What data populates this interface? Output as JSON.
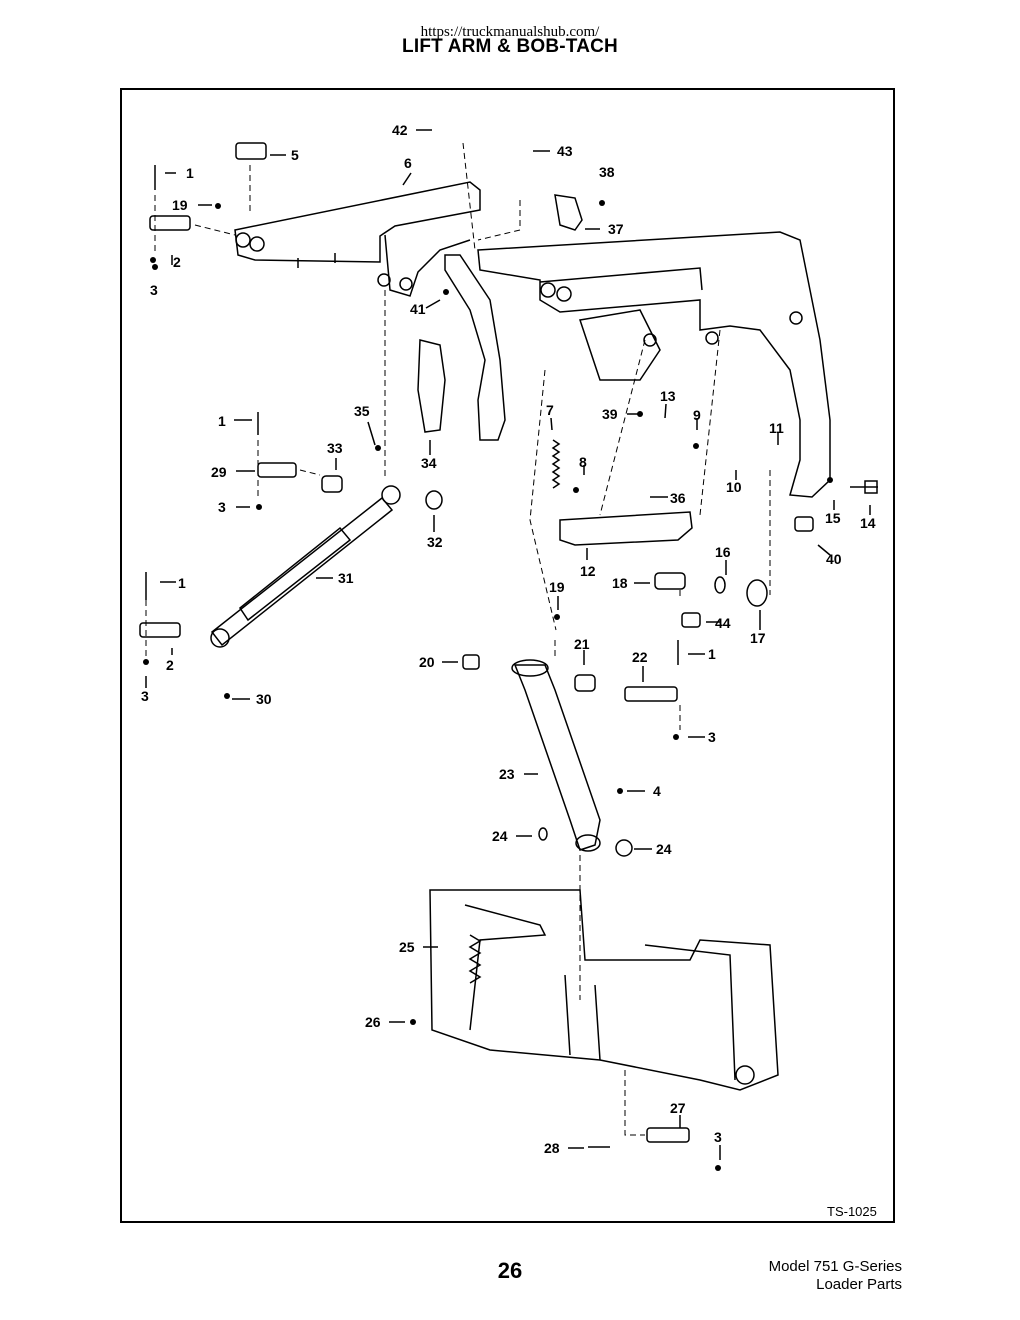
{
  "header": {
    "url": "https://truckmanualshub.com/",
    "title": "LIFT ARM & BOB-TACH"
  },
  "figure": {
    "code": "TS-1025",
    "callouts": [
      "42",
      "43",
      "5",
      "1",
      "6",
      "38",
      "19",
      "37",
      "2",
      "3",
      "41",
      "35",
      "7",
      "13",
      "1",
      "39",
      "9",
      "11",
      "33",
      "29",
      "34",
      "8",
      "10",
      "3",
      "36",
      "15",
      "14",
      "32",
      "40",
      "12",
      "16",
      "1",
      "31",
      "18",
      "19",
      "17",
      "44",
      "21",
      "22",
      "1",
      "2",
      "20",
      "3",
      "30",
      "3",
      "23",
      "4",
      "24",
      "24",
      "25",
      "26",
      "27",
      "3",
      "28"
    ]
  },
  "footer": {
    "page_number": "26",
    "model_line1": "Model 751 G-Series",
    "model_line2": "Loader Parts"
  }
}
